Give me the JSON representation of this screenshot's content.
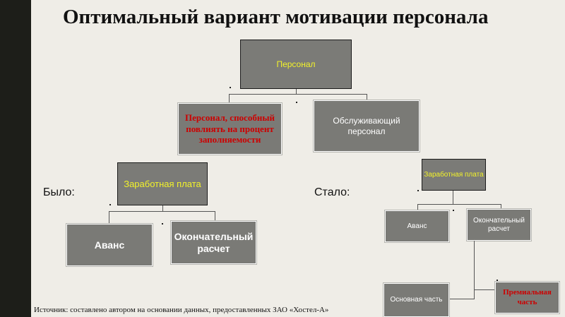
{
  "title": "Оптимальный вариант мотивации персонала",
  "nodes": {
    "personnel": "Персонал",
    "key_staff": "Персонал, способный повлиять на процент заполняемости",
    "service_staff": "Обслуживающий персонал",
    "before_salary": "Заработная плата",
    "before_advance": "Аванс",
    "before_final": "Окончательный расчет",
    "after_salary": "Заработная плата",
    "after_advance": "Аванс",
    "after_final": "Окончательный расчет",
    "after_base": "Основная часть",
    "after_bonus": "Премиальная часть"
  },
  "labels": {
    "before": "Было:",
    "after": "Стало:"
  },
  "source": "Источник: составлено автором на основании данных, предоставленных ЗАО «Хостел-А»"
}
